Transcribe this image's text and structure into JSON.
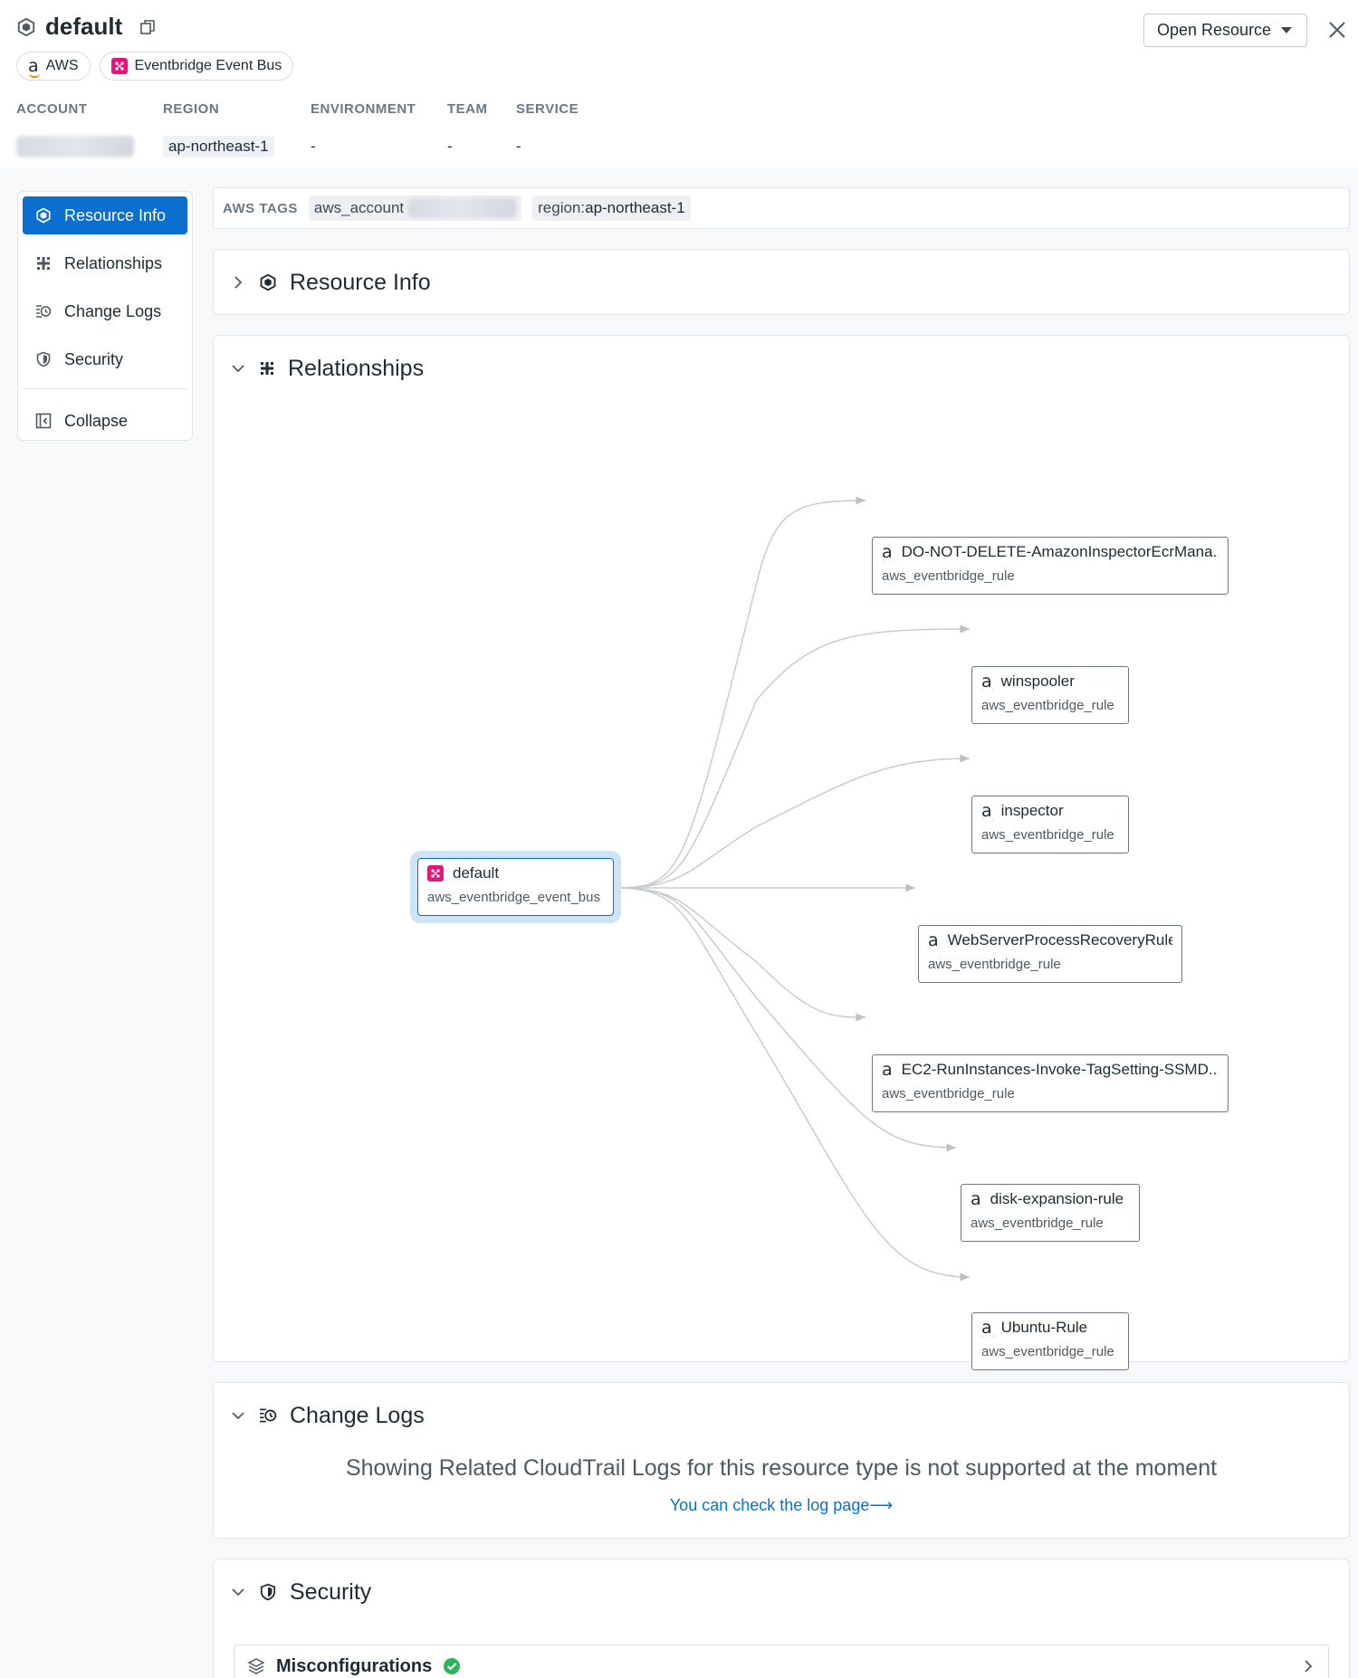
{
  "header": {
    "title": "default",
    "chips": {
      "aws": "AWS",
      "eventbridge": "Eventbridge Event Bus"
    },
    "open_resource": "Open Resource",
    "meta": {
      "account_label": "ACCOUNT",
      "region_label": "REGION",
      "region_value": "ap-northeast-1",
      "environment_label": "ENVIRONMENT",
      "environment_value": "-",
      "team_label": "TEAM",
      "team_value": "-",
      "service_label": "SERVICE",
      "service_value": "-"
    }
  },
  "sidebar": {
    "items": [
      {
        "label": "Resource Info"
      },
      {
        "label": "Relationships"
      },
      {
        "label": "Change Logs"
      },
      {
        "label": "Security"
      }
    ],
    "collapse": "Collapse"
  },
  "tags": {
    "label": "AWS TAGS",
    "aws_account_key": "aws_account",
    "region_key": "region:",
    "region_value": "ap-northeast-1"
  },
  "sections": {
    "resource_info": "Resource Info",
    "relationships": "Relationships",
    "change_logs": "Change Logs",
    "security": "Security"
  },
  "graph": {
    "root": {
      "name": "default",
      "type": "aws_eventbridge_event_bus"
    },
    "nodes": [
      {
        "name": "DO-NOT-DELETE-AmazonInspectorEcrMana...",
        "type": "aws_eventbridge_rule"
      },
      {
        "name": "winspooler",
        "type": "aws_eventbridge_rule"
      },
      {
        "name": "inspector",
        "type": "aws_eventbridge_rule"
      },
      {
        "name": "WebServerProcessRecoveryRule",
        "type": "aws_eventbridge_rule"
      },
      {
        "name": "EC2-RunInstances-Invoke-TagSetting-SSMD...",
        "type": "aws_eventbridge_rule"
      },
      {
        "name": "disk-expansion-rule",
        "type": "aws_eventbridge_rule"
      },
      {
        "name": "Ubuntu-Rule",
        "type": "aws_eventbridge_rule"
      }
    ]
  },
  "change_logs": {
    "message": "Showing Related CloudTrail Logs for this resource type is not supported at the moment",
    "link": "You can check the log page⟶"
  },
  "security": {
    "misconfigurations": "Misconfigurations"
  },
  "colors": {
    "accent": "#0a6fcf",
    "eventbridge": "#e7157b",
    "amazon_smile": "#f08a00",
    "success": "#2db55d"
  }
}
